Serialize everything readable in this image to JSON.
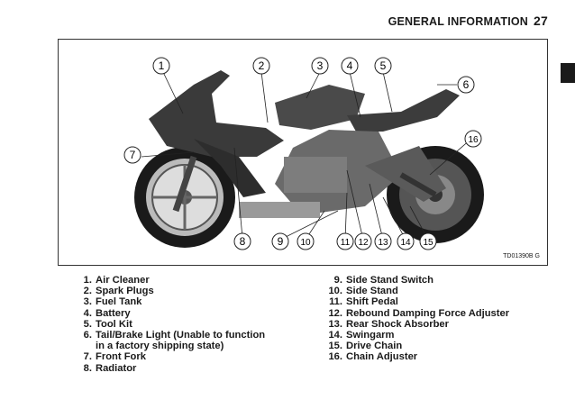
{
  "header": {
    "section": "GENERAL INFORMATION",
    "page": "27"
  },
  "figure": {
    "code": "TD01390B  G"
  },
  "callouts": [
    "1",
    "2",
    "3",
    "4",
    "5",
    "6",
    "7",
    "8",
    "9",
    "10",
    "11",
    "12",
    "13",
    "14",
    "15",
    "16"
  ],
  "legend_left": [
    {
      "num": "1.",
      "label": "Air Cleaner"
    },
    {
      "num": "2.",
      "label": "Spark Plugs"
    },
    {
      "num": "3.",
      "label": "Fuel Tank"
    },
    {
      "num": "4.",
      "label": "Battery"
    },
    {
      "num": "5.",
      "label": "Tool Kit"
    },
    {
      "num": "6.",
      "label": "Tail/Brake Light (Unable to function",
      "cont": "in a factory shipping state)"
    },
    {
      "num": "7.",
      "label": "Front Fork"
    },
    {
      "num": "8.",
      "label": "Radiator"
    }
  ],
  "legend_right": [
    {
      "num": "9.",
      "label": "Side Stand Switch"
    },
    {
      "num": "10.",
      "label": "Side Stand"
    },
    {
      "num": "11.",
      "label": "Shift Pedal"
    },
    {
      "num": "12.",
      "label": "Rebound Damping Force Adjuster"
    },
    {
      "num": "13.",
      "label": "Rear Shock Absorber"
    },
    {
      "num": "14.",
      "label": "Swingarm"
    },
    {
      "num": "15.",
      "label": "Drive Chain"
    },
    {
      "num": "16.",
      "label": "Chain Adjuster"
    }
  ]
}
